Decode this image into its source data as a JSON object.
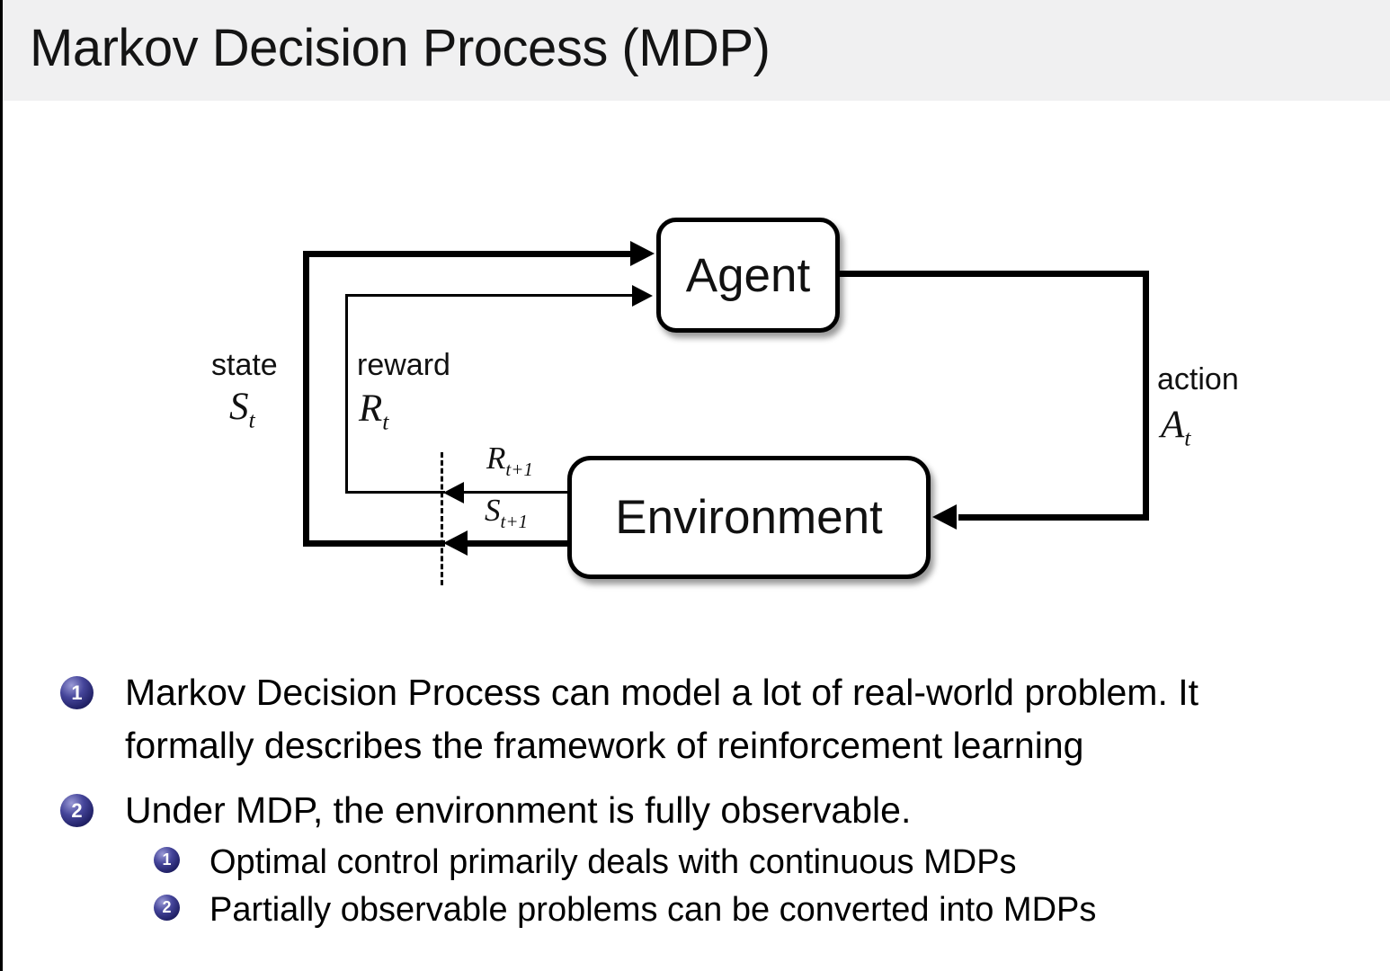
{
  "slide": {
    "title": "Markov Decision Process (MDP)"
  },
  "diagram": {
    "agent_label": "Agent",
    "environment_label": "Environment",
    "state": {
      "word": "state",
      "symbol": "S",
      "subscript": "t"
    },
    "reward": {
      "word": "reward",
      "symbol": "R",
      "subscript": "t"
    },
    "action": {
      "word": "action",
      "symbol": "A",
      "subscript": "t"
    },
    "next_reward": {
      "symbol": "R",
      "subscript": "t+1"
    },
    "next_state": {
      "symbol": "S",
      "subscript": "t+1"
    }
  },
  "bullets": [
    {
      "number": "1",
      "lines": [
        "Markov Decision Process can model a lot of real-world problem. It",
        "formally describes the framework of reinforcement learning"
      ],
      "subitems": []
    },
    {
      "number": "2",
      "lines": [
        "Under MDP, the environment is fully observable."
      ],
      "subitems": [
        {
          "number": "1",
          "text": "Optimal control primarily deals with continuous MDPs"
        },
        {
          "number": "2",
          "text": "Partially observable problems can be converted into MDPs"
        }
      ]
    }
  ],
  "colors": {
    "title_bg": "#f0f0f1",
    "ink": "#000000",
    "line": "#000000",
    "ball_light": "#9a9ad6",
    "ball_mid": "#45459a",
    "ball_dark": "#222268"
  }
}
